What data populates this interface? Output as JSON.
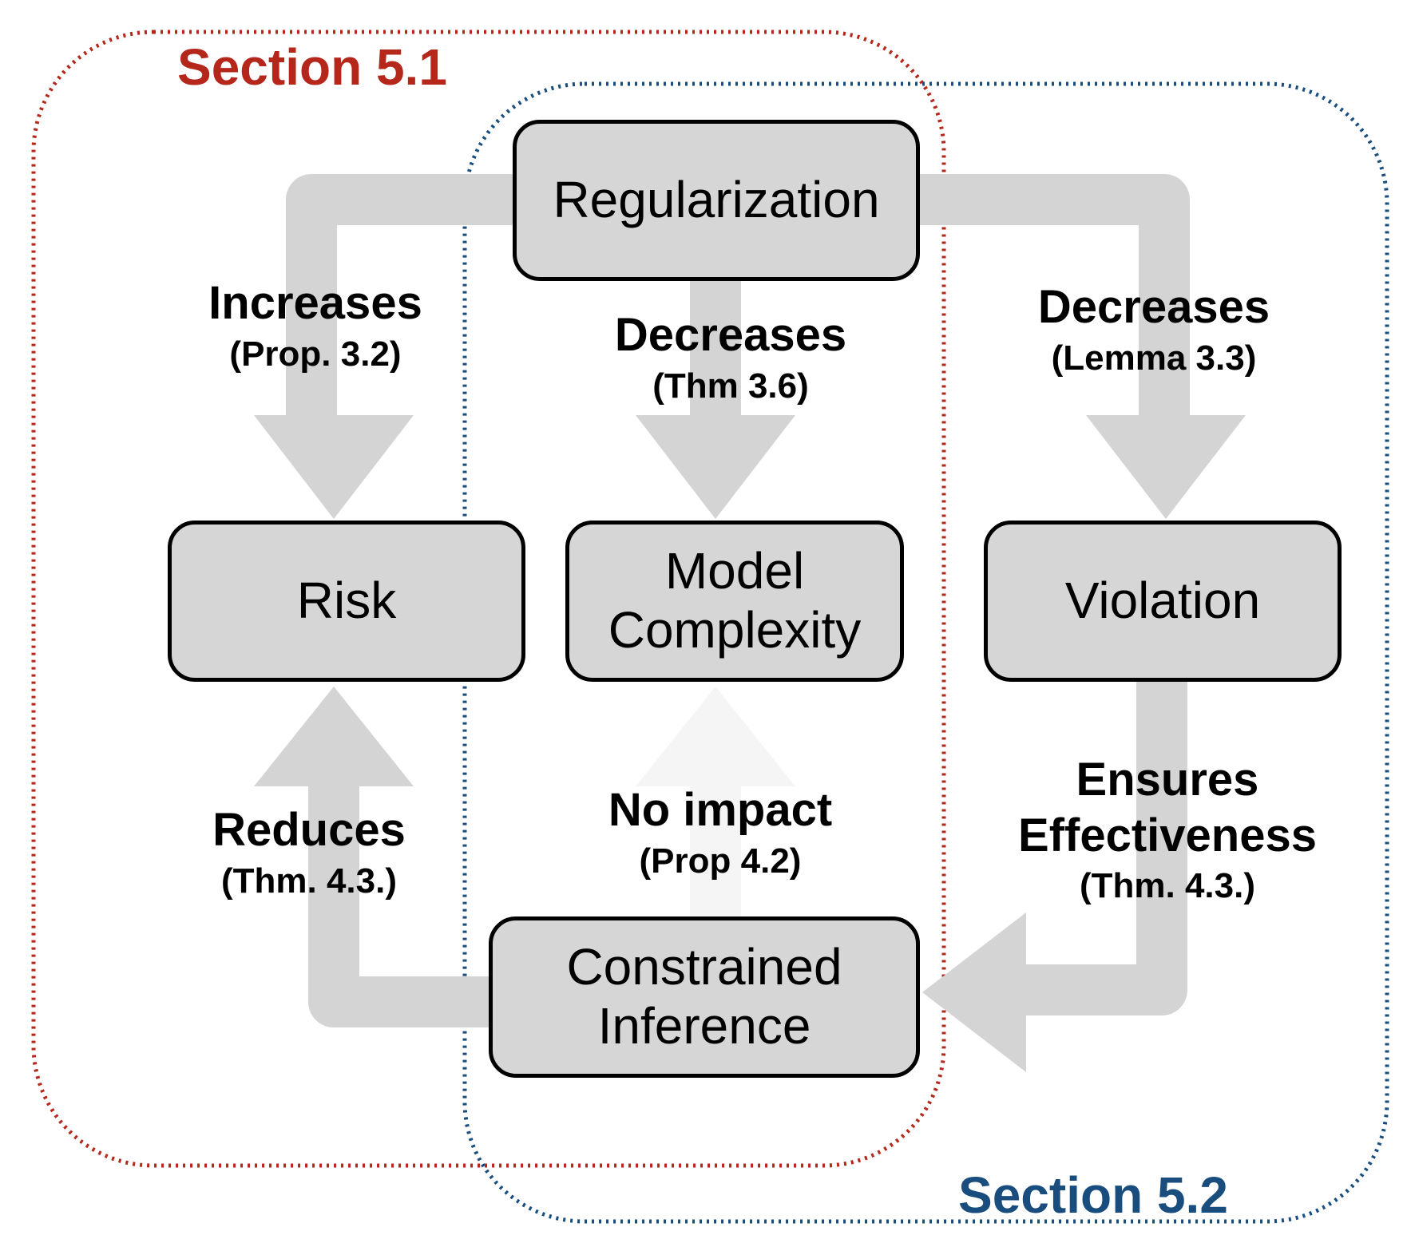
{
  "sections": [
    {
      "label": "Section 5.1",
      "color": "#b5261b"
    },
    {
      "label": "Section 5.2",
      "color": "#184d7e"
    }
  ],
  "nodes": {
    "regularization": {
      "lines": [
        "Regularization"
      ]
    },
    "risk": {
      "lines": [
        "Risk"
      ]
    },
    "model_complexity": {
      "lines": [
        "Model",
        "Complexity"
      ]
    },
    "violation": {
      "lines": [
        "Violation"
      ]
    },
    "constrained_inference": {
      "lines": [
        "Constrained",
        "Inference"
      ]
    }
  },
  "edges": {
    "increases": {
      "from": "Regularization",
      "to": "Risk",
      "lines": [
        "Increases"
      ],
      "ref": "(Prop. 3.2)"
    },
    "decreases_complexity": {
      "from": "Regularization",
      "to": "Model Complexity",
      "lines": [
        "Decreases"
      ],
      "ref": "(Thm 3.6)"
    },
    "decreases_violation": {
      "from": "Regularization",
      "to": "Violation",
      "lines": [
        "Decreases"
      ],
      "ref": "(Lemma 3.3)"
    },
    "reduces": {
      "from": "Constrained Inference",
      "to": "Risk",
      "lines": [
        "Reduces"
      ],
      "ref": "(Thm. 4.3.)"
    },
    "no_impact": {
      "from": "Constrained Inference",
      "to": "Model Complexity",
      "lines": [
        "No impact"
      ],
      "ref": "(Prop 4.2)"
    },
    "ensures": {
      "from": "Violation",
      "to": "Constrained Inference",
      "lines": [
        "Ensures",
        "Effectiveness"
      ],
      "ref": "(Thm. 4.3.)"
    }
  },
  "colors": {
    "arrow": "#d4d4d4",
    "arrow_faded": "#f5f5f5",
    "node_fill": "#d6d6d6",
    "node_border": "#000000"
  }
}
